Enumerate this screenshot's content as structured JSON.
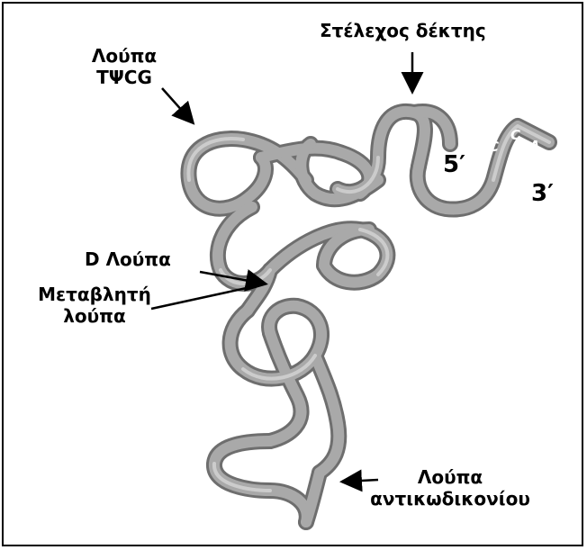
{
  "labels": {
    "acceptor_stem": "Στέλεχος δέκτης",
    "tpsi_loop_line1": "Λούπα",
    "tpsi_loop_line2": "ΤΨCG",
    "d_loop": "D Λούπα",
    "variable_loop_line1": "Μεταβλητή",
    "variable_loop_line2": "λούπα",
    "anticodon_loop_line1": "Λούπα",
    "anticodon_loop_line2": "αντικωδικονίου",
    "five_prime": "5′",
    "three_prime": "3′"
  },
  "cca_letters": [
    "C",
    "C",
    "A"
  ],
  "colors": {
    "ribbon": "#a9a9a9",
    "ribbon_edge": "#6e6e6e",
    "ribbon_highlight": "#cfcfcf",
    "ink": "#000000"
  }
}
